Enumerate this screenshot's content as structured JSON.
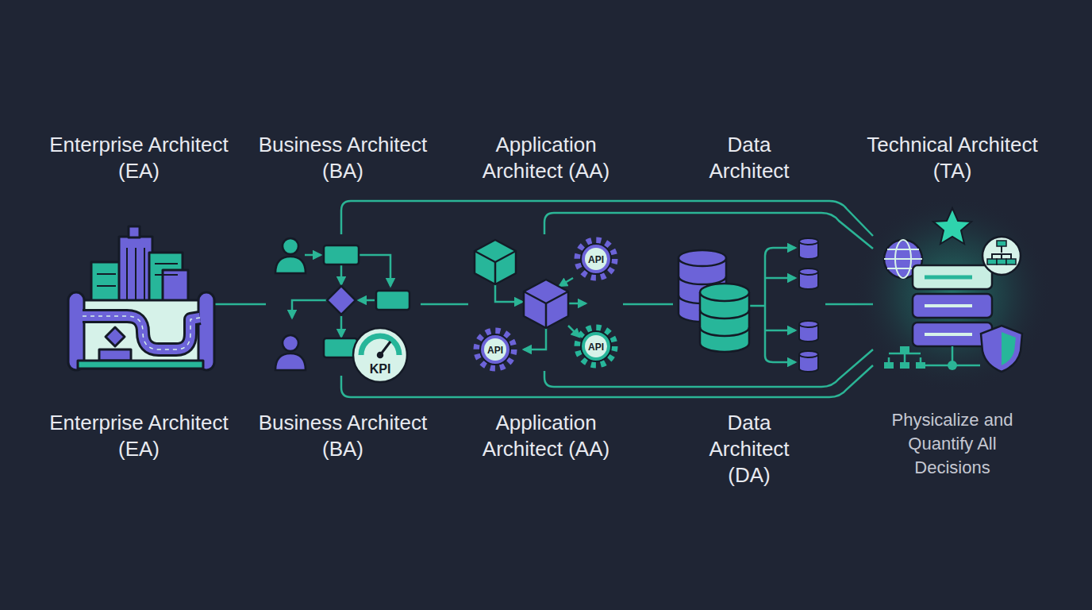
{
  "diagram": {
    "nodes": [
      {
        "text": [
          "Enterprise Architect (EA)",
          "Enterprise Architect (EA)"
        ]
      },
      {
        "text": [
          "Business Architect (BA)",
          "Business Architect (BA)"
        ]
      },
      {
        "text": [
          "Application Architect (AA)",
          "Application Architect (AA)"
        ]
      },
      {
        "text": [
          "Data Architect",
          "Data Architect (DA)"
        ]
      },
      {
        "text": [
          "Technical Architect (TA)",
          "Physicalize and Quantify All Decisions"
        ]
      }
    ],
    "edges": [
      {
        "from": 0,
        "to": 1,
        "arrow": "none"
      },
      {
        "from": 1,
        "to": 2,
        "arrow": "none"
      },
      {
        "from": 2,
        "to": 3,
        "arrow": "none"
      },
      {
        "from": 3,
        "to": 4,
        "arrow": "none"
      },
      {
        "from": 1,
        "to": 4,
        "arrow": "none"
      },
      {
        "from": 1,
        "to": 4,
        "arrow": "none"
      },
      {
        "from": 2,
        "to": 4,
        "arrow": "none"
      },
      {
        "from": 2,
        "to": 4,
        "arrow": "none"
      }
    ],
    "labels": [
      "KPI",
      "API",
      "API",
      "API"
    ]
  }
}
